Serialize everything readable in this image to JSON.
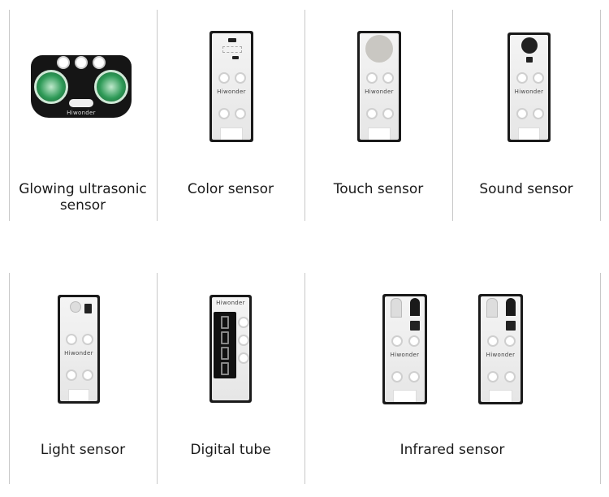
{
  "brand_text": "Hiwonder",
  "products": [
    {
      "label": "Glowing ultrasonic sensor",
      "label_line1": "Glowing ultrasonic",
      "label_line2": "sensor"
    },
    {
      "label": "Color sensor"
    },
    {
      "label": "Touch sensor"
    },
    {
      "label": "Sound sensor"
    },
    {
      "label": "Light sensor"
    },
    {
      "label": "Digital tube"
    },
    {
      "label": "Infrared sensor"
    }
  ],
  "colors": {
    "divider": "#c8c8c8",
    "glow": "#2e9a57",
    "board": "#1a1a1a"
  }
}
